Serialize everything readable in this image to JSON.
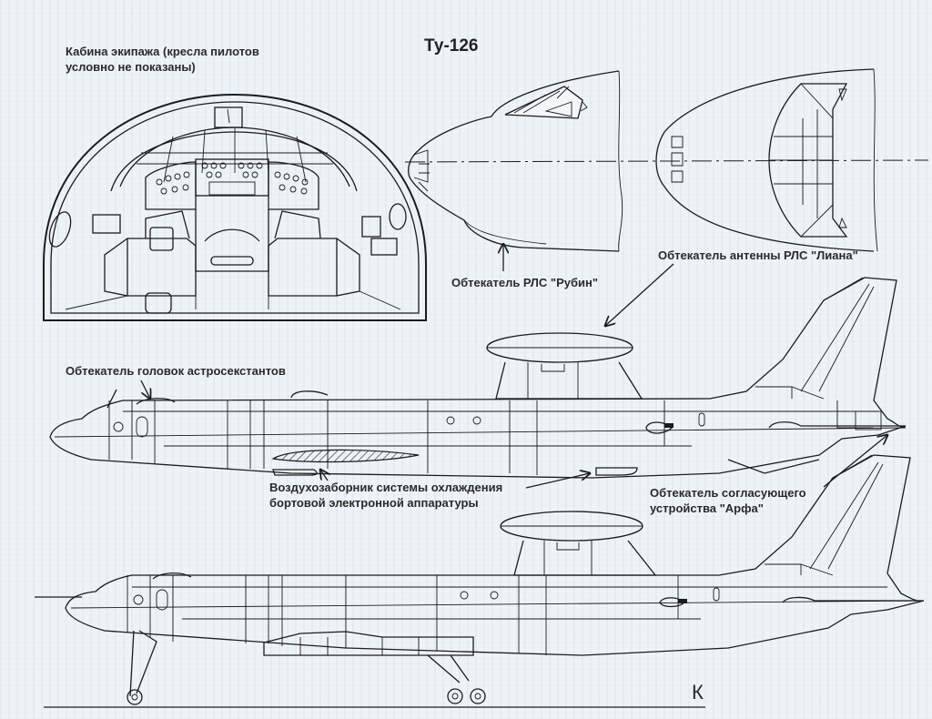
{
  "title": "Ту-126",
  "labels": {
    "cockpit_line1": "Кабина экипажа (кресла пилотов",
    "cockpit_line2": "условно не показаны)",
    "rubin": "Обтекатель РЛС \"Рубин\"",
    "liana": "Обтекатель антенны РЛС \"Лиана\"",
    "astro": "Обтекатель головок астросекстантов",
    "intake_line1": "Воздухозаборник системы охлаждения",
    "intake_line2": "бортовой электронной аппаратуры",
    "arfa_line1": "Обтекатель согласующего",
    "arfa_line2": "устройства \"Арфа\"",
    "corner_mark": "К"
  },
  "colors": {
    "paper": "#eef3f7",
    "ink": "#1c1c1c",
    "text": "#2a2a2a"
  }
}
